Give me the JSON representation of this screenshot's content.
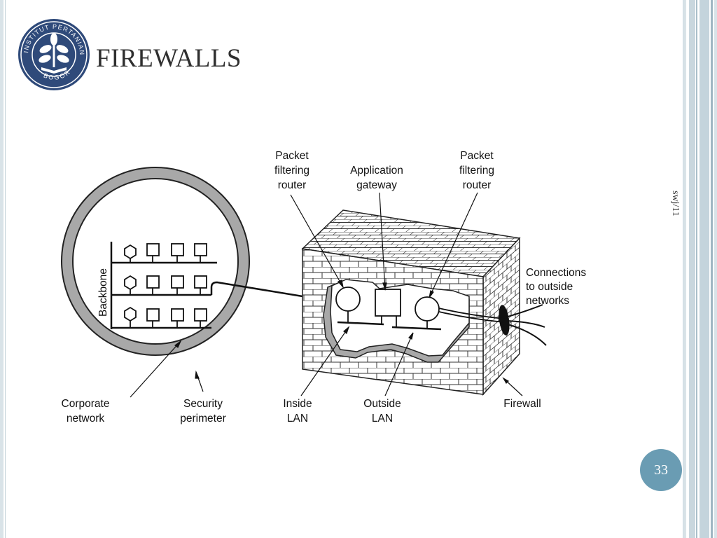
{
  "slide": {
    "title": "FIREWALLS",
    "side_label": "swj/11",
    "page_number": "33"
  },
  "logo": {
    "icon": "university-seal-icon",
    "ring_text": "INSTITUT PERTANIAN",
    "bottom_text": "BOGOR"
  },
  "diagram": {
    "labels": {
      "packet_router_left": [
        "Packet",
        "filtering",
        "router"
      ],
      "application_gateway": [
        "Application",
        "gateway"
      ],
      "packet_router_right": [
        "Packet",
        "filtering",
        "router"
      ],
      "connections": [
        "Connections",
        "to outside",
        "networks"
      ],
      "backbone": "Backbone",
      "corporate_network": [
        "Corporate",
        "network"
      ],
      "security_perimeter": [
        "Security",
        "perimeter"
      ],
      "inside_lan": [
        "Inside",
        "LAN"
      ],
      "outside_lan": [
        "Outside",
        "LAN"
      ],
      "firewall": "Firewall"
    }
  },
  "colors": {
    "accent": "#6a9cb3",
    "ring": "#a8a8a8",
    "seal": "#2f4a7a"
  }
}
